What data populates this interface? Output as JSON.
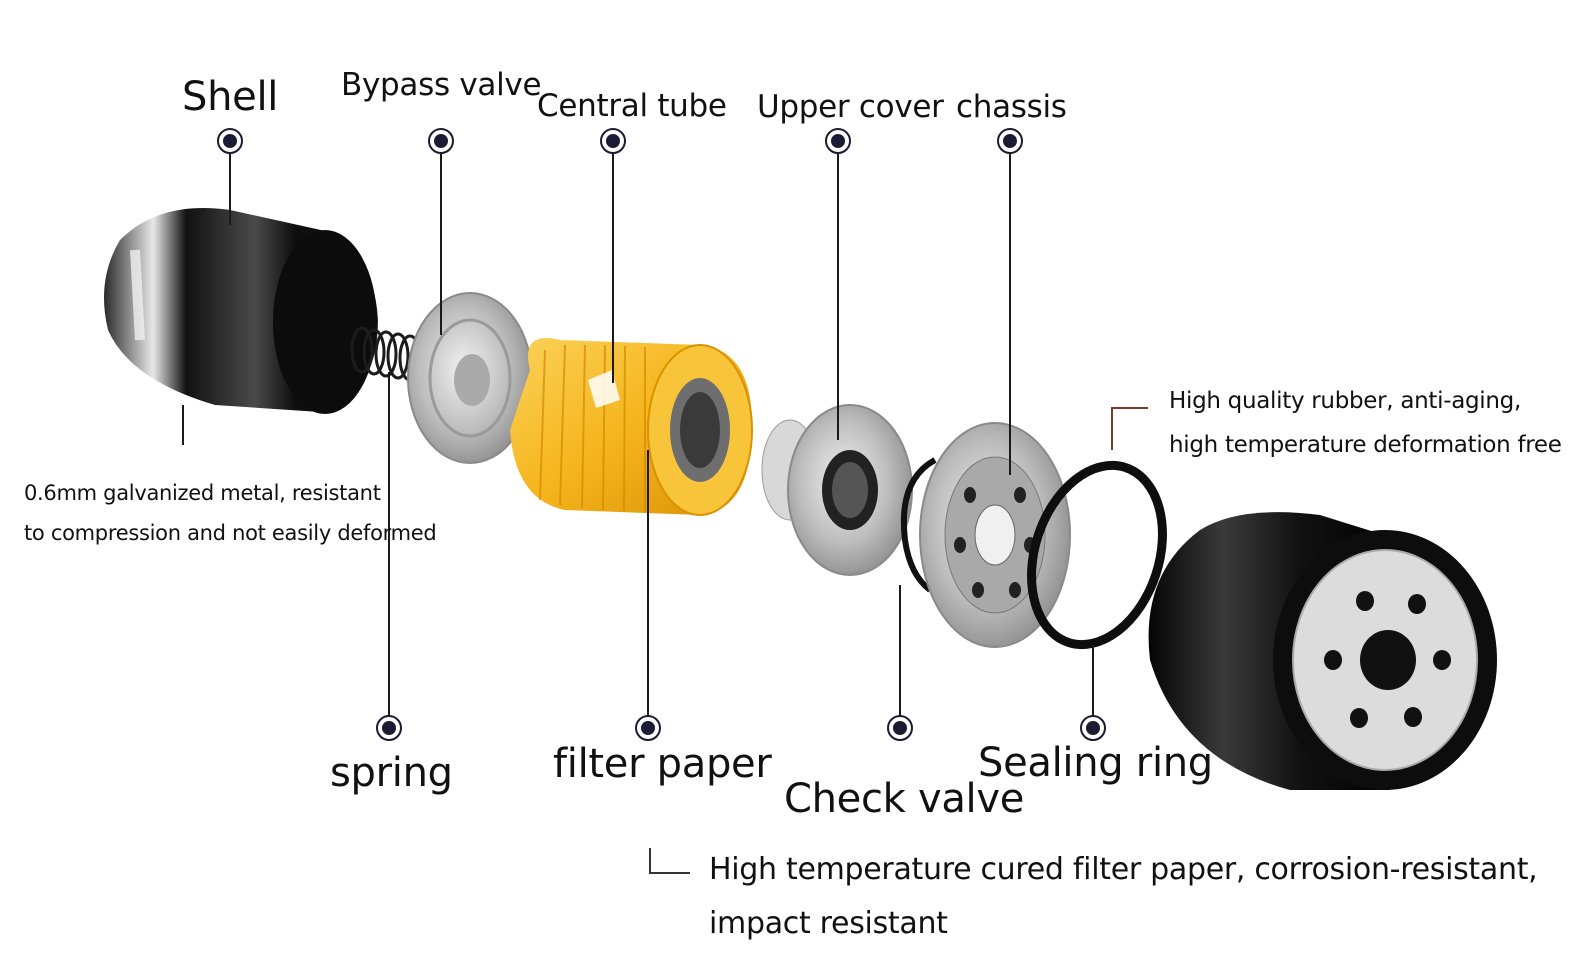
{
  "labels": {
    "shell": "Shell",
    "bypass_valve": "Bypass valve",
    "central_tube": "Central tube",
    "upper_cover": "Upper cover",
    "chassis": "chassis",
    "spring": "spring",
    "filter_paper": "filter paper",
    "check_valve": "Check valve",
    "sealing_ring": "Sealing ring"
  },
  "notes": {
    "shell_line1": "0.6mm galvanized metal, resistant",
    "shell_line2": "to compression and not easily deformed",
    "ring_line1": "High quality rubber, anti-aging,",
    "ring_line2": "high temperature deformation free",
    "paper_line1": "High temperature cured filter paper, corrosion-resistant,",
    "paper_line2": "impact resistant"
  },
  "colors": {
    "leader": "#1a1a1a",
    "marker_fill": "#1b1b33",
    "filter_yellow": "#f5b51c",
    "metal_dark": "#151515",
    "metal_silver": "#c9c9c9",
    "bracket": "#7a3b2b"
  }
}
